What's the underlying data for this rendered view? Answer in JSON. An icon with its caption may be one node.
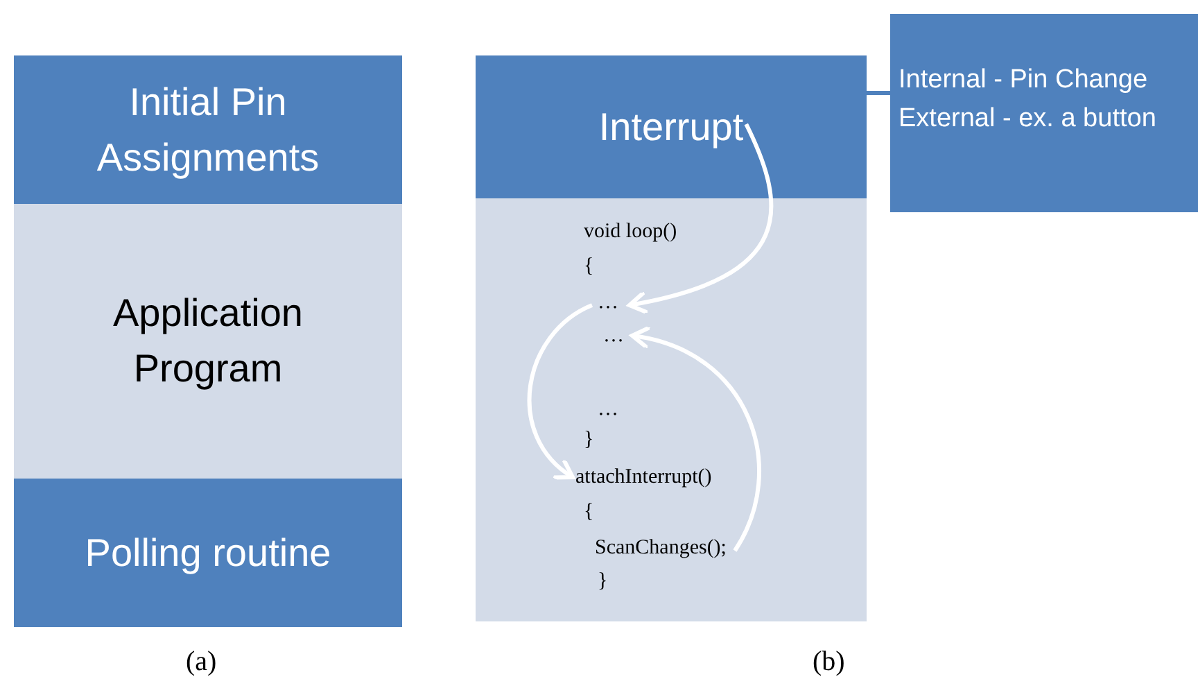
{
  "diagram": {
    "nodes": [
      {
        "text": [
          "Initial Pin Assignments"
        ]
      },
      {
        "text": [
          "Application Program"
        ]
      },
      {
        "text": [
          "Polling routine"
        ]
      },
      {
        "text": [
          "Interrupt"
        ]
      },
      {
        "text": [],
        "shape": "box"
      },
      {
        "text": [
          "void loop()"
        ],
        "in": 4
      },
      {
        "text": [
          "{"
        ],
        "in": 4
      },
      {
        "text": [
          "…"
        ],
        "in": 4
      },
      {
        "text": [
          "…"
        ],
        "in": 4
      },
      {
        "text": [
          "…"
        ],
        "in": 4
      },
      {
        "text": [
          "}"
        ],
        "in": 4
      },
      {
        "text": [
          "attachInterrupt()"
        ],
        "in": 4
      },
      {
        "text": [
          "{"
        ],
        "in": 4
      },
      {
        "text": [
          "ScanChanges();"
        ],
        "in": 4
      },
      {
        "text": [
          "}"
        ],
        "in": 4
      },
      {
        "text": [
          "Internal -  Pin Change",
          "External - ex. a button"
        ]
      }
    ],
    "edges": [
      {
        "from": 3,
        "to": 15,
        "arrow": "none",
        "color": "#4f81bd"
      },
      {
        "from": 3,
        "to": 7,
        "arrow": "to"
      },
      {
        "from": 7,
        "to": 11,
        "arrow": "to"
      },
      {
        "from": 13,
        "to": 8,
        "arrow": "to"
      }
    ],
    "labels": [
      "(a)",
      "(b)"
    ]
  }
}
